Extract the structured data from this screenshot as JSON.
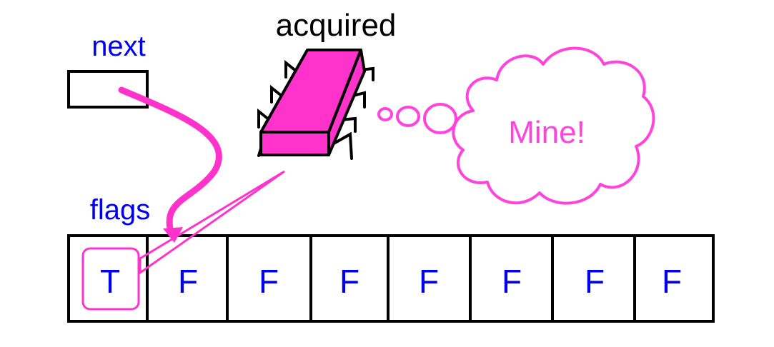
{
  "labels": {
    "title": "acquired",
    "next": "next",
    "flags": "flags",
    "thought": "Mine!"
  },
  "flags": [
    "T",
    "F",
    "F",
    "F",
    "F",
    "F",
    "F",
    "F"
  ],
  "colors": {
    "magenta": "#ff33cc",
    "thought": "#ff44dd",
    "blue": "#0000ee",
    "ink": "#000000"
  },
  "icons": {
    "chip": "chip-icon",
    "thought_cloud": "thought-cloud-icon"
  }
}
